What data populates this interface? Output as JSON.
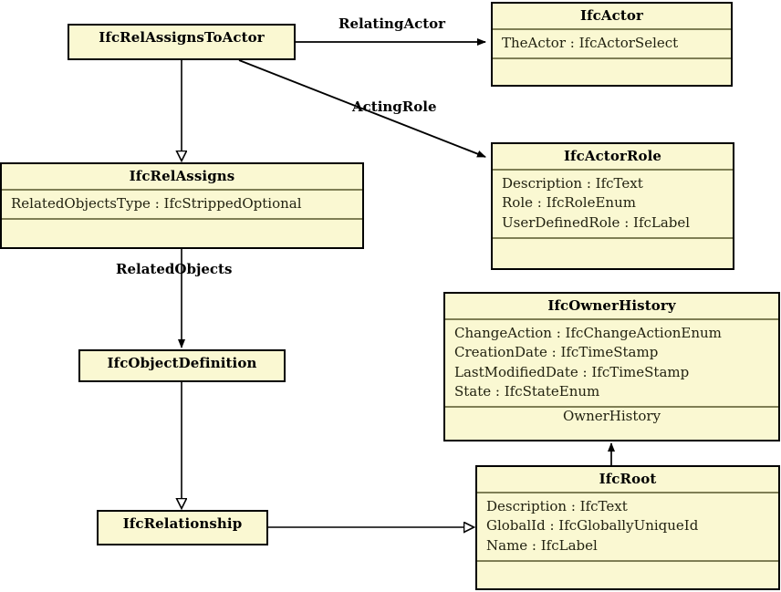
{
  "diagram": {
    "type": "uml-class-diagram",
    "colors": {
      "class_fill": "#FAF8D2",
      "class_border": "#000000",
      "compartment_divider": "#7F7F55",
      "edge": "#000000",
      "background": "#FFFFFF"
    }
  },
  "classes": [
    {
      "id": "ifcrelassignstoactor",
      "name": "IfcRelAssignsToActor",
      "attributes": [],
      "footer": ""
    },
    {
      "id": "ifcactor",
      "name": "IfcActor",
      "attributes": [
        "TheActor : IfcActorSelect"
      ],
      "footer": ""
    },
    {
      "id": "ifcactorrole",
      "name": "IfcActorRole",
      "attributes": [
        "Description : IfcText",
        "Role : IfcRoleEnum",
        "UserDefinedRole : IfcLabel"
      ],
      "footer": ""
    },
    {
      "id": "ifcrelassigns",
      "name": "IfcRelAssigns",
      "attributes": [
        "RelatedObjectsType : IfcStrippedOptional"
      ],
      "footer": ""
    },
    {
      "id": "ifcobjectdefinition",
      "name": "IfcObjectDefinition",
      "attributes": [],
      "footer": ""
    },
    {
      "id": "ifcownerhistory",
      "name": "IfcOwnerHistory",
      "attributes": [
        "ChangeAction : IfcChangeActionEnum",
        "CreationDate : IfcTimeStamp",
        "LastModifiedDate : IfcTimeStamp",
        "State : IfcStateEnum"
      ],
      "footer": "OwnerHistory"
    },
    {
      "id": "ifcrelationship",
      "name": "IfcRelationship",
      "attributes": [],
      "footer": ""
    },
    {
      "id": "ifcroot",
      "name": "IfcRoot",
      "attributes": [
        "Description : IfcText",
        "GlobalId : IfcGloballyUniqueId",
        "Name : IfcLabel"
      ],
      "footer": ""
    }
  ],
  "edges": [
    {
      "id": "relatingactor",
      "label": "RelatingActor",
      "from": "IfcRelAssignsToActor",
      "to": "IfcActor",
      "arrow": "solid-filled",
      "kind": "association"
    },
    {
      "id": "actingrole",
      "label": "ActingRole",
      "from": "IfcRelAssignsToActor",
      "to": "IfcActorRole",
      "arrow": "solid-filled",
      "kind": "association"
    },
    {
      "id": "generalization-toactor-assigns",
      "label": "",
      "from": "IfcRelAssignsToActor",
      "to": "IfcRelAssigns",
      "arrow": "hollow-triangle",
      "kind": "generalization"
    },
    {
      "id": "relatedobjects",
      "label": "RelatedObjects",
      "from": "IfcRelAssigns",
      "to": "IfcObjectDefinition",
      "arrow": "solid-filled",
      "kind": "association"
    },
    {
      "id": "generalization-objectdef-relationship",
      "label": "",
      "from": "IfcObjectDefinition",
      "to": "IfcRelationship",
      "arrow": "hollow-triangle",
      "kind": "generalization"
    },
    {
      "id": "generalization-relationship-root",
      "label": "",
      "from": "IfcRelationship",
      "to": "IfcRoot",
      "arrow": "hollow-triangle",
      "kind": "generalization"
    },
    {
      "id": "ownerhistory",
      "label": "OwnerHistory",
      "from": "IfcRoot",
      "to": "IfcOwnerHistory",
      "arrow": "solid-filled",
      "kind": "association"
    }
  ]
}
